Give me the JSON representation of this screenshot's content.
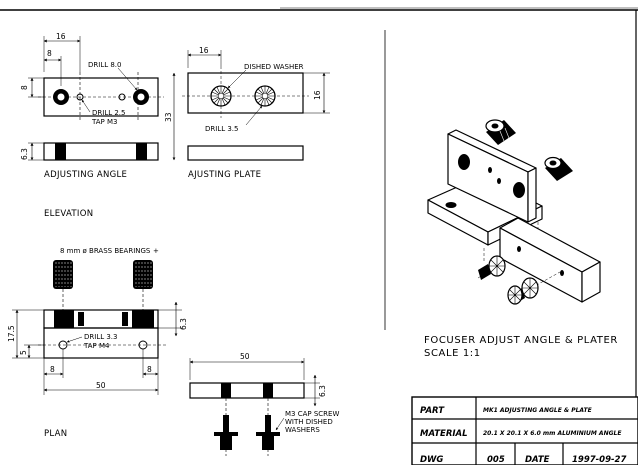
{
  "views": {
    "adjusting_angle": {
      "caption": "ADJUSTING ANGLE",
      "dim_top_16": "16",
      "dim_top_8": "8",
      "dim_left_8": "8",
      "dim_left_6_3": "6.3",
      "drill_8": "DRILL 8.0",
      "drill_2_5": "DRILL 2.5",
      "tap_m3": "TAP M3"
    },
    "adjusting_plate": {
      "caption": "AJUSTING PLATE",
      "dim_top_16": "16",
      "dim_right_16": "16",
      "dim_33": "33",
      "dished_washer": "DISHED WASHER",
      "drill_3_5": "DRILL 3.5"
    },
    "elevation": {
      "caption": "ELEVATION"
    },
    "plan": {
      "caption": "PLAN",
      "bearings": "8 mm ø BRASS BEARINGS",
      "dim_17_5": "17.5",
      "dim_5": "5",
      "dim_6_3": "6.3",
      "drill_3_3": "DRILL 3.3",
      "tap_m4": "TAP M4",
      "dim_8_left": "8",
      "dim_8_right": "8",
      "dim_50": "50"
    },
    "plate_side": {
      "dim_50": "50",
      "dim_6_3": "6.3",
      "cap_screw_line1": "M3 CAP SCREW",
      "cap_screw_line2": "WITH DISHED",
      "cap_screw_line3": "WASHERS"
    },
    "isometric": {
      "title": "FOCUSER ADJUST ANGLE & PLATER",
      "scale": "SCALE 1:1"
    }
  },
  "title_block": {
    "part_label": "PART",
    "part_value": "MK1 ADJUSTING ANGLE & PLATE",
    "material_label": "MATERIAL",
    "material_value": "20.1 X 20.1 X 6.0 mm ALUMINIUM ANGLE",
    "dwg_label": "DWG",
    "dwg_value": "005",
    "date_label": "DATE",
    "date_value": "1997-09-27"
  }
}
